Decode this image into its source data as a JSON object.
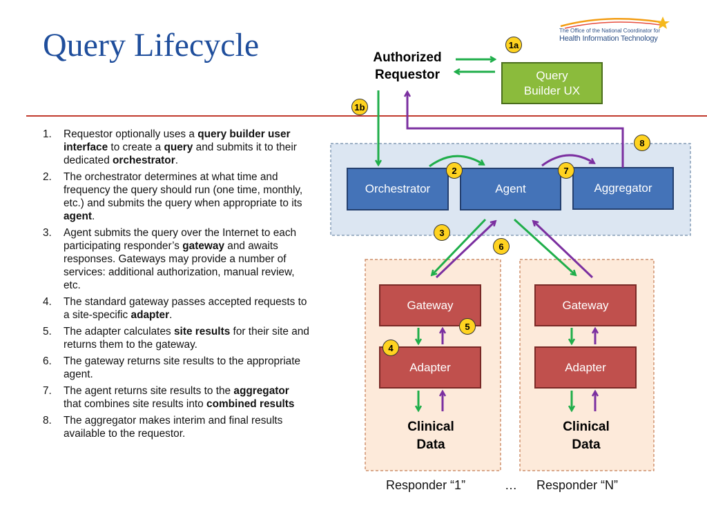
{
  "title": "Query Lifecycle",
  "logo": {
    "line1": "The Office of the National Coordinator for",
    "line2": "Health Information Technology"
  },
  "steps": [
    {
      "num": "1.",
      "parts": [
        {
          "t": "Requestor optionally uses a "
        },
        {
          "t": "query builder user interface",
          "b": true
        },
        {
          "t": " to create a "
        },
        {
          "t": "query",
          "b": true
        },
        {
          "t": " and submits it to their dedicated "
        },
        {
          "t": "orchestrator",
          "b": true
        },
        {
          "t": "."
        }
      ]
    },
    {
      "num": "2.",
      "parts": [
        {
          "t": "The orchestrator determines at what time and frequency the query should run (one time, monthly, etc.) and submits the query when appropriate to its "
        },
        {
          "t": "agent",
          "b": true
        },
        {
          "t": "."
        }
      ]
    },
    {
      "num": "3.",
      "parts": [
        {
          "t": "Agent submits the query over the Internet to each participating responder’s "
        },
        {
          "t": "gateway",
          "b": true
        },
        {
          "t": " and awaits responses. Gateways may provide a number of services: additional authorization, manual review, etc."
        }
      ]
    },
    {
      "num": "4.",
      "parts": [
        {
          "t": "The standard gateway passes accepted requests to a site-specific "
        },
        {
          "t": "adapter",
          "b": true
        },
        {
          "t": "."
        }
      ]
    },
    {
      "num": "5.",
      "parts": [
        {
          "t": "The adapter calculates "
        },
        {
          "t": "site results",
          "b": true
        },
        {
          "t": " for their site and returns them to the gateway."
        }
      ]
    },
    {
      "num": "6.",
      "parts": [
        {
          "t": "The gateway returns site results to the appropriate agent."
        }
      ]
    },
    {
      "num": "7.",
      "parts": [
        {
          "t": "The agent returns site results to the "
        },
        {
          "t": "aggregator",
          "b": true
        },
        {
          "t": " that combines site results into "
        },
        {
          "t": "combined results",
          "b": true
        }
      ]
    },
    {
      "num": "8.",
      "parts": [
        {
          "t": "The aggregator makes interim and final results available to the requestor."
        }
      ]
    }
  ],
  "diagram": {
    "requestor_line1": "Authorized",
    "requestor_line2": "Requestor",
    "query_builder_line1": "Query",
    "query_builder_line2": "Builder UX",
    "orchestrator": "Orchestrator",
    "agent": "Agent",
    "aggregator": "Aggregator",
    "gateway": "Gateway",
    "adapter": "Adapter",
    "clinical_line1": "Clinical",
    "clinical_line2": "Data",
    "responder_1": "Responder “1”",
    "ellipsis": "…",
    "responder_n": "Responder “N”",
    "badges": {
      "b1a": "1a",
      "b1b": "1b",
      "b2": "2",
      "b3": "3",
      "b4": "4",
      "b5": "5",
      "b6": "6",
      "b7": "7",
      "b8": "8"
    }
  },
  "colors": {
    "title": "#1f4e9c",
    "rule": "#c0392b",
    "request_arrow": "#1fae4a",
    "response_arrow": "#7b2fa0",
    "blue_node": "#4473b8",
    "red_node": "#c0504d",
    "green_node": "#8bbb3c",
    "badge": "#ffd320",
    "cloud_fill": "#dce6f2",
    "responder_fill": "#fdeada"
  }
}
